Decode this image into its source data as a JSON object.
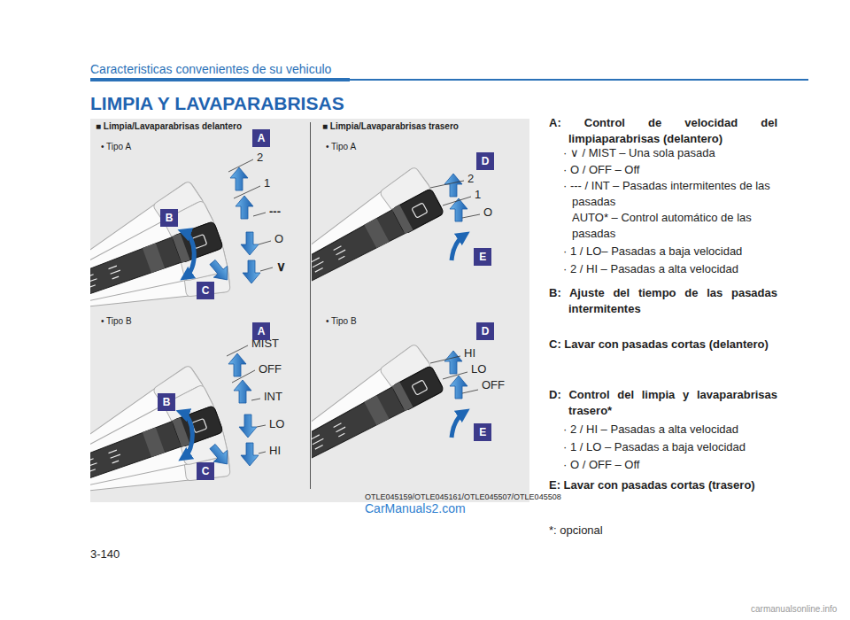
{
  "diagram": {
    "title": "LIMPIA Y LAVAPARABRISAS",
    "nodes": [
      {
        "text": [
          "A"
        ]
      },
      {
        "text": [
          "B"
        ]
      },
      {
        "text": [
          "C"
        ]
      },
      {
        "text": [
          "A"
        ]
      },
      {
        "text": [
          "B"
        ]
      },
      {
        "text": [
          "C"
        ]
      },
      {
        "text": [
          "D"
        ]
      },
      {
        "text": [
          "E"
        ]
      },
      {
        "text": [
          "D"
        ]
      },
      {
        "text": [
          "E"
        ]
      }
    ],
    "labels": [
      "Caracteristicas convenientes de su vehiculo",
      "■ Limpia/Lavaparabrisas delantero",
      "• Tipo A",
      "2",
      "1",
      "---",
      "O",
      "∨",
      "• Tipo B",
      "MIST",
      "OFF",
      "INT",
      "LO",
      "HI",
      "■ Limpia/Lavaparabrisas trasero",
      "• Tipo A",
      "2",
      "1",
      "O",
      "• Tipo B",
      "HI",
      "LO",
      "OFF",
      "OTLE045159/OTLE045161/OTLE045507/OTLE045508",
      "CarManuals2.com",
      "A: Control de velocidad del limpiaparabrisas (delantero)",
      "· ∨ / MIST – Una sola pasada",
      "· O / OFF – Off",
      "· --- / INT – Pasadas intermitentes de las pasadas",
      "AUTO* – Control automático de las pasadas",
      "· 1 / LO– Pasadas a baja velocidad",
      "· 2 / HI – Pasadas a alta velocidad",
      "B: Ajuste del tiempo de las pasadas intermitentes",
      "C: Lavar con pasadas cortas (delantero)",
      "D: Control del limpia y lavaparabrisas trasero*",
      "· 2 / HI – Pasadas a alta velocidad",
      "· 1 / LO – Pasadas a baja velocidad",
      "· O / OFF – Off",
      "E: Lavar con pasadas cortas (trasero)",
      "*: opcional",
      "3-140",
      "carmanualsonline.info"
    ]
  }
}
